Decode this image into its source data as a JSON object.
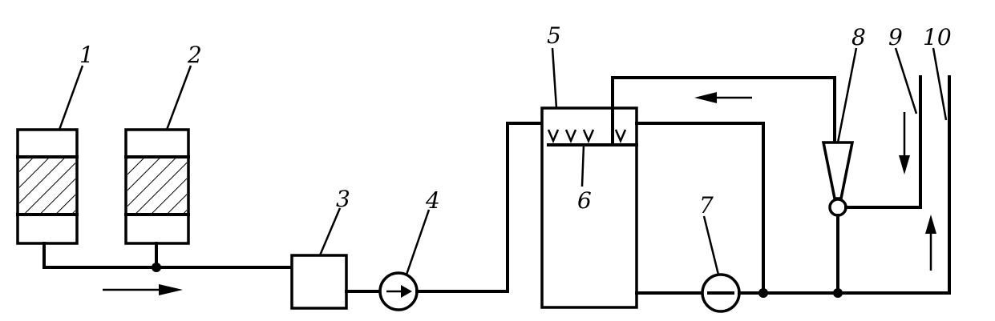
{
  "labels": {
    "n1": "1",
    "n2": "2",
    "n3": "3",
    "n4": "4",
    "n5": "5",
    "n6": "6",
    "n7": "7",
    "n8": "8",
    "n9": "9",
    "n10": "10"
  },
  "colors": {
    "line": "#000000",
    "background": "#ffffff"
  }
}
